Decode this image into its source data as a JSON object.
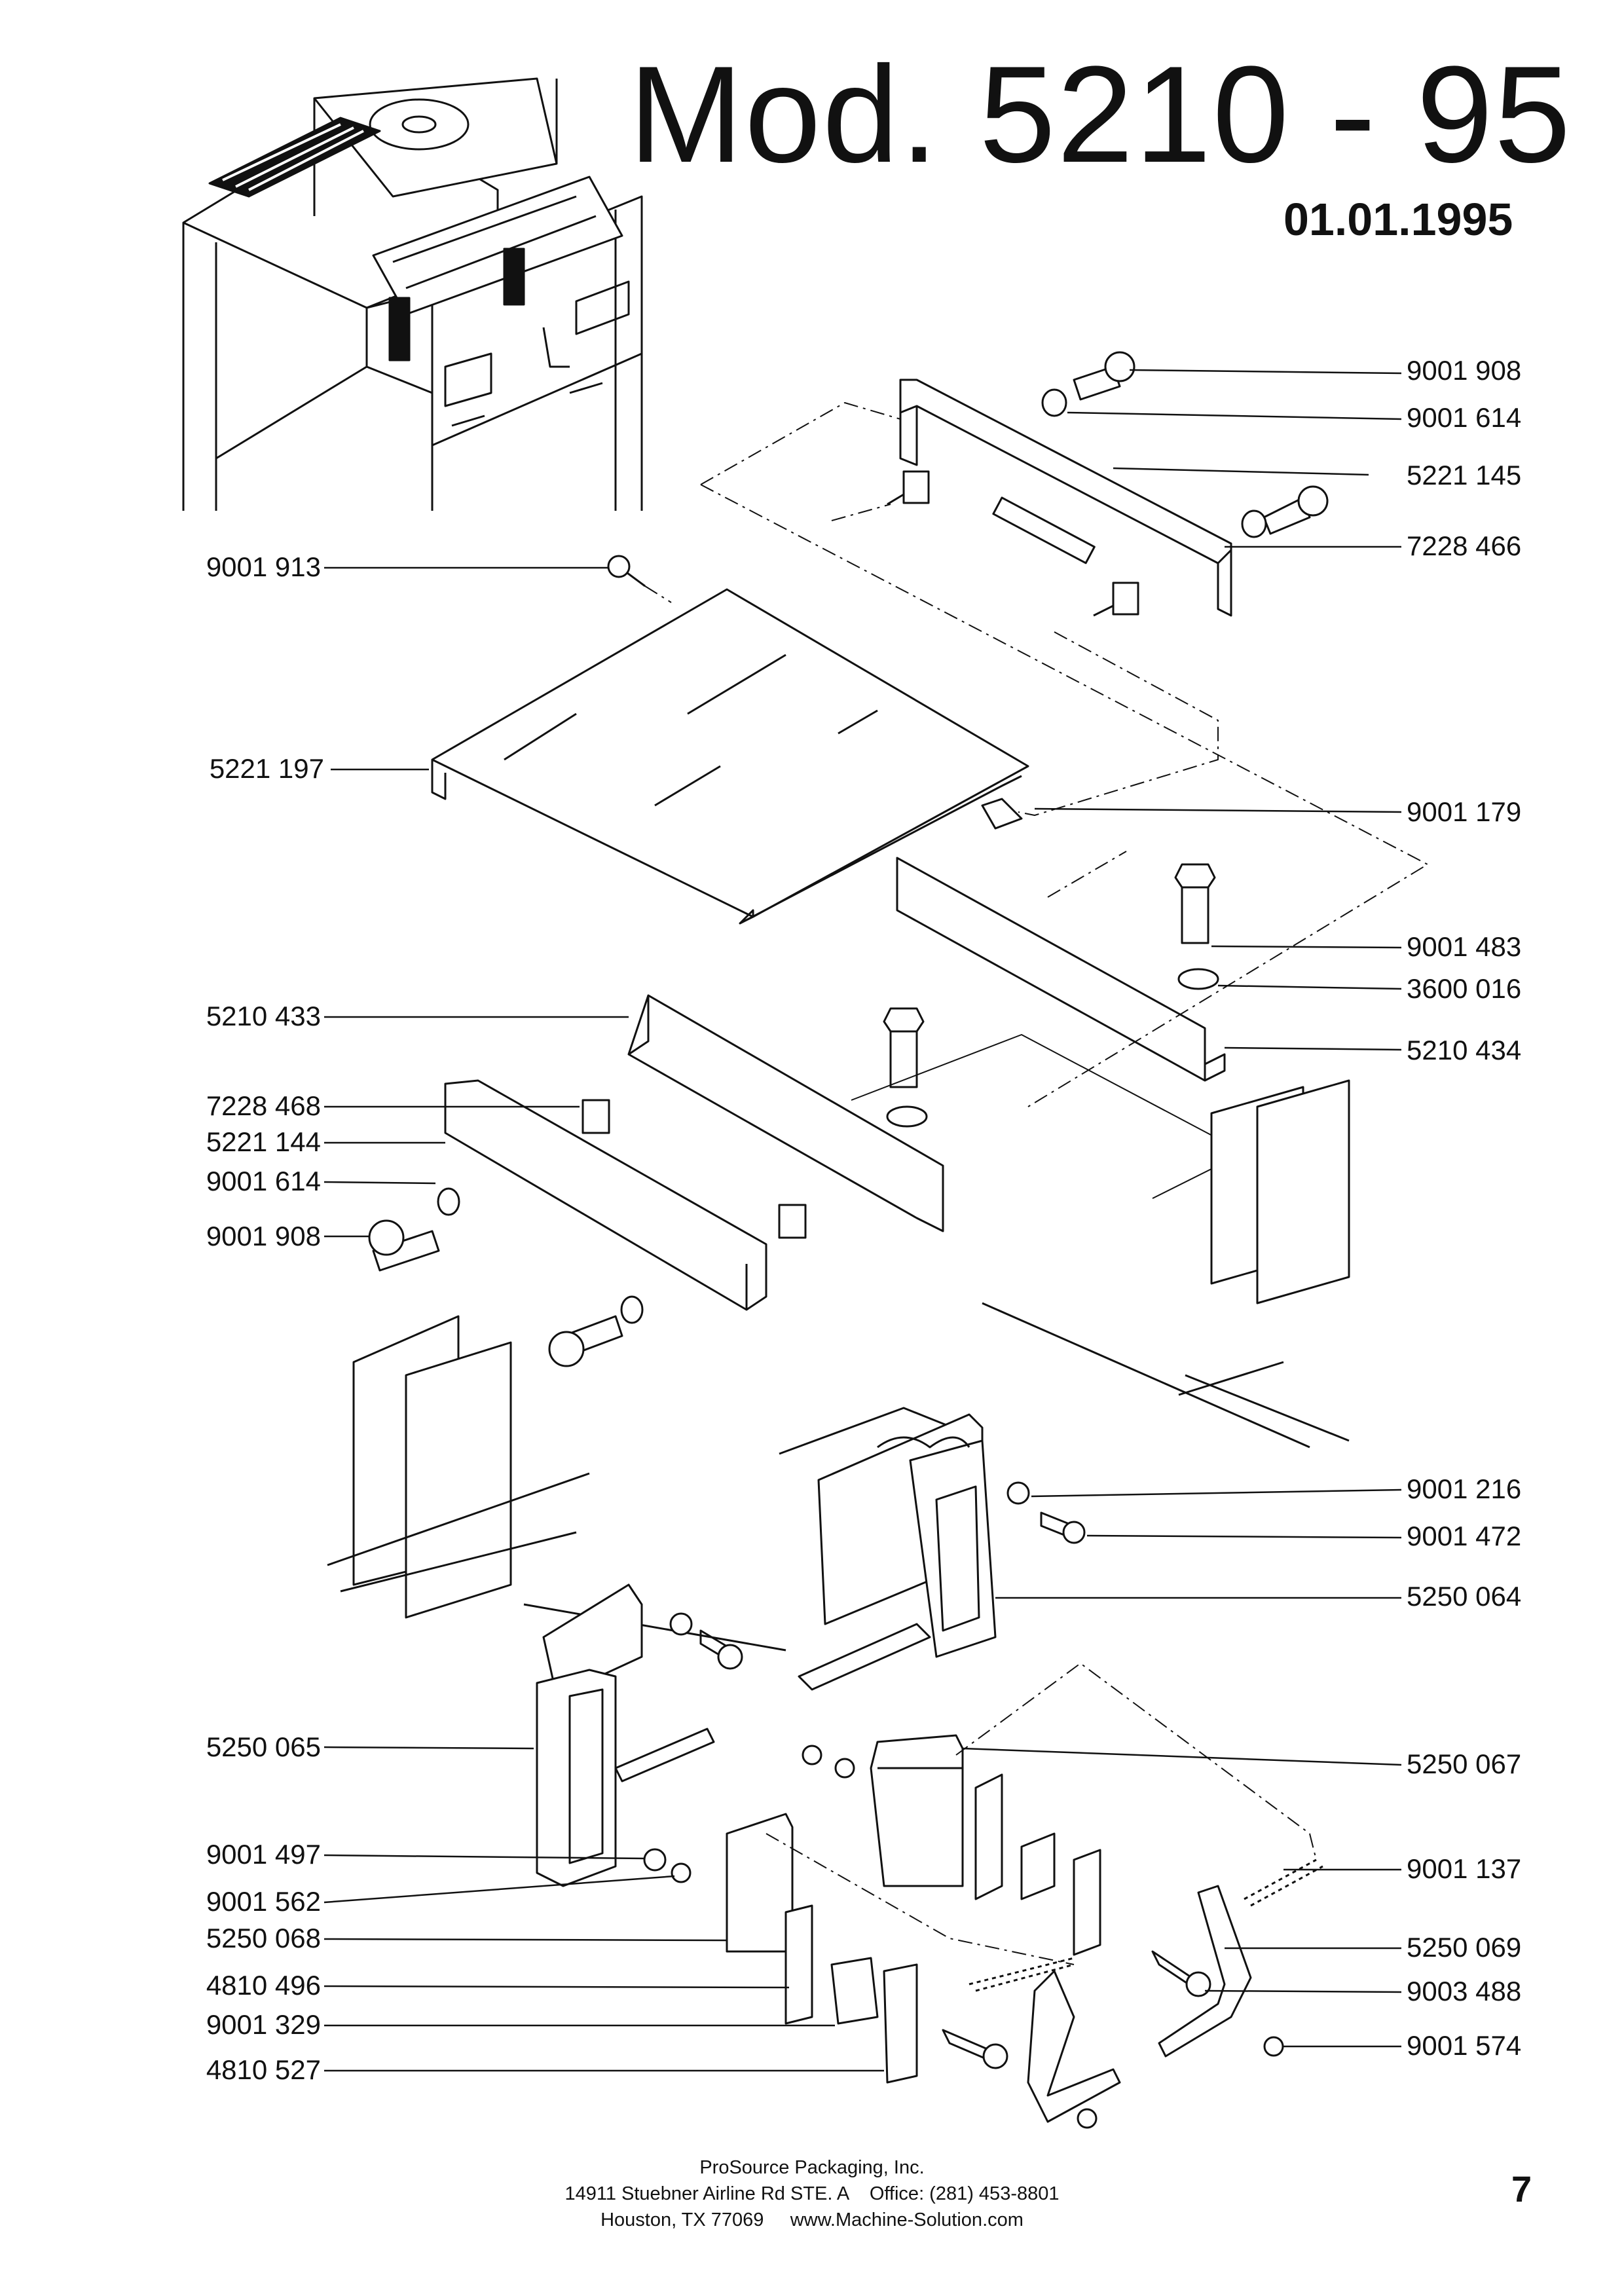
{
  "header": {
    "title": "Mod. 5210 - 95",
    "date": "01.01.1995"
  },
  "labels_right": [
    "9001 908",
    "9001 614",
    "5221 145",
    "7228 466",
    "9001 179",
    "9001 483",
    "3600 016",
    "5210 434",
    "9001 216",
    "9001 472",
    "5250 064",
    "5250 067",
    "9001 137",
    "5250 069",
    "9003 488",
    "9001 574"
  ],
  "labels_left": [
    "9001 913",
    "5221 197",
    "5210 433",
    "7228 468",
    "5221 144",
    "9001 614",
    "9001 908",
    "5250 065",
    "9001 497",
    "9001 562",
    "5250 068",
    "4810 496",
    "9001 329",
    "4810 527"
  ],
  "footer": {
    "company": "ProSource Packaging, Inc.",
    "address_line": "14911 Stuebner Airline Rd STE. A    Office: (281) 453-8801",
    "city_line": "Houston, TX 77069     www.Machine-Solution.com"
  },
  "page_number": "7"
}
